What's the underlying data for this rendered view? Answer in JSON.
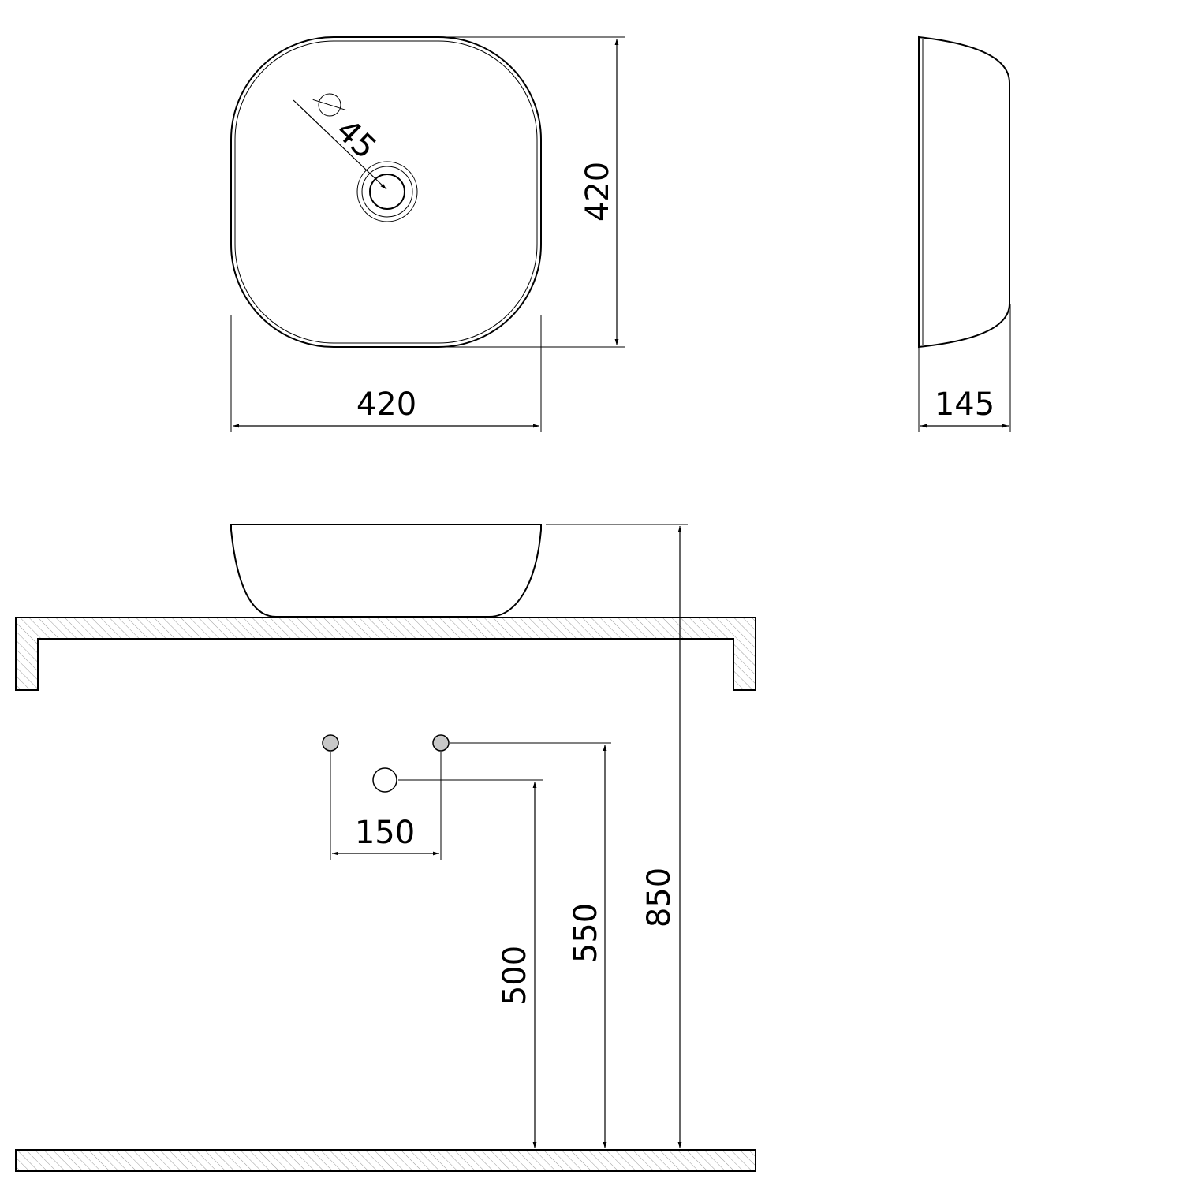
{
  "dimensions": {
    "top_width": "420",
    "top_depth": "420",
    "drain_diameter_symbol": "⌀",
    "drain_diameter": "45",
    "basin_height": "145",
    "mounting_height": "850",
    "tap_connection_height": "550",
    "drain_connection_height": "500",
    "tap_spacing": "150"
  },
  "colors": {
    "line": "#000000",
    "hatch": "#9a9a9a",
    "pipe_fill": "#c8c8c8"
  }
}
